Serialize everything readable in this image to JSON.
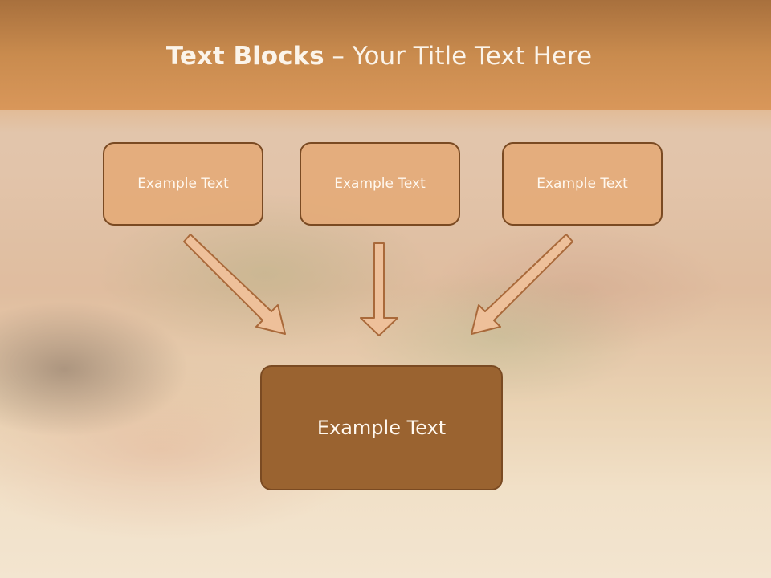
{
  "title": {
    "bold": "Text Blocks",
    "rest": " – Your Title Text Here"
  },
  "boxes": [
    {
      "text": "Example Text"
    },
    {
      "text": "Example Text"
    },
    {
      "text": "Example Text"
    }
  ],
  "center_box": {
    "text": "Example Text"
  },
  "colors": {
    "header": "#c98b4e",
    "box_fill": "#e4aa76",
    "box_border": "#7a4a22",
    "center_fill": "#9a6330",
    "arrow_fill": "#eec09a",
    "arrow_stroke": "#a9693a"
  }
}
